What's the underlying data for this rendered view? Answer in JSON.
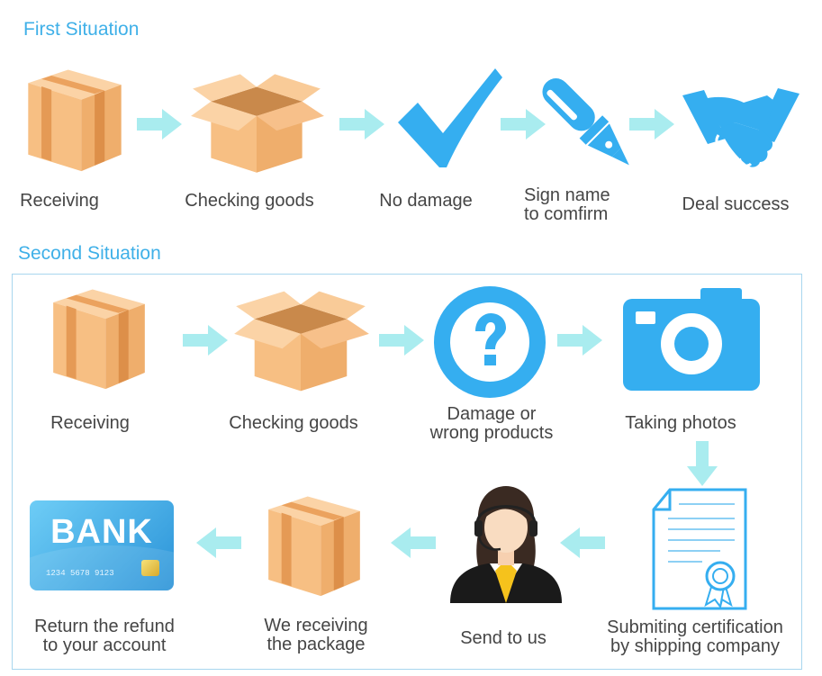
{
  "first_situation": {
    "title": "First Situation",
    "steps": [
      {
        "label": "Receiving",
        "icon": "closed-box-icon"
      },
      {
        "label": "Checking goods",
        "icon": "open-box-icon"
      },
      {
        "label": "No damage",
        "icon": "checkmark-icon"
      },
      {
        "label_line1": "Sign name",
        "label_line2": "to comfirm",
        "icon": "pen-icon"
      },
      {
        "label": "Deal success",
        "icon": "handshake-icon"
      }
    ]
  },
  "second_situation": {
    "title": "Second Situation",
    "steps": [
      {
        "label": "Receiving",
        "icon": "closed-box-icon"
      },
      {
        "label": "Checking goods",
        "icon": "open-box-icon"
      },
      {
        "label_line1": "Damage or",
        "label_line2": "wrong products",
        "icon": "question-icon"
      },
      {
        "label": "Taking photos",
        "icon": "camera-icon"
      },
      {
        "label_line1": "Submiting certification",
        "label_line2": "by shipping company",
        "icon": "certificate-icon"
      },
      {
        "label": "Send to us",
        "icon": "support-agent-icon"
      },
      {
        "label_line1": "We receiving",
        "label_line2": "the package",
        "icon": "closed-box-icon"
      },
      {
        "label_line1": "Return the refund",
        "label_line2": "to your account",
        "icon": "bank-card-icon"
      }
    ]
  },
  "bank_card": {
    "brand": "BANK",
    "number": "1234 5678 9123"
  },
  "colors": {
    "accent": "#3fb0e8",
    "icon_blue": "#35aef0",
    "arrow": "#a9ecef",
    "box": "#f6c38c",
    "box_dark": "#eba25e"
  }
}
